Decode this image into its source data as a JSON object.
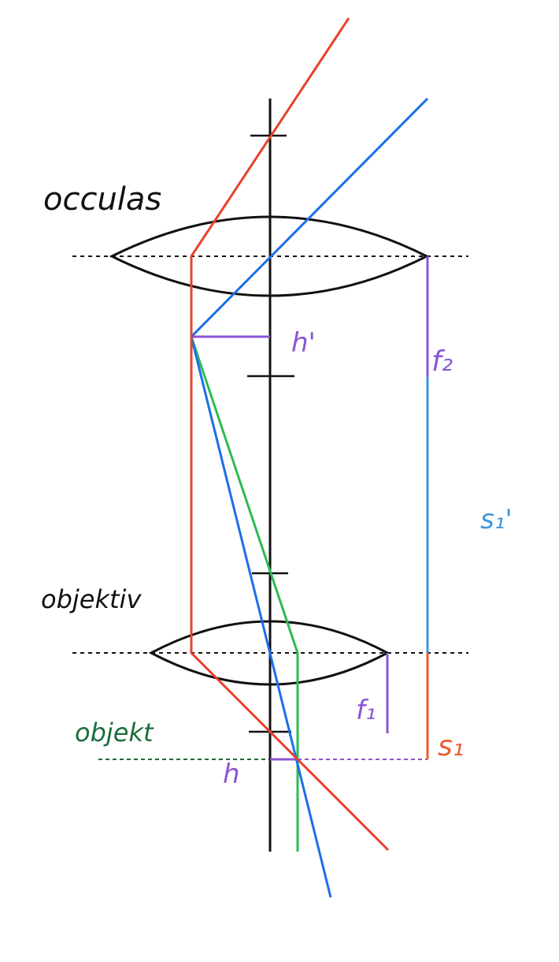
{
  "labels": {
    "ocular": "occulas",
    "objective": "objektiv",
    "object": "objekt",
    "h_prime": "h'",
    "h": "h",
    "f2": "f₂",
    "f1": "f₁",
    "s1_prime": "s₁'",
    "s1": "s₁"
  },
  "colors": {
    "axis": "#111111",
    "lens": "#111111",
    "red_ray": "#e8412c",
    "blue_ray": "#1a6fe8",
    "green_ray": "#2dbb52",
    "purple": "#8a55d4",
    "light_blue": "#3f95d8",
    "orange": "#ec5b2e",
    "dark_green": "#1b6e3b"
  }
}
